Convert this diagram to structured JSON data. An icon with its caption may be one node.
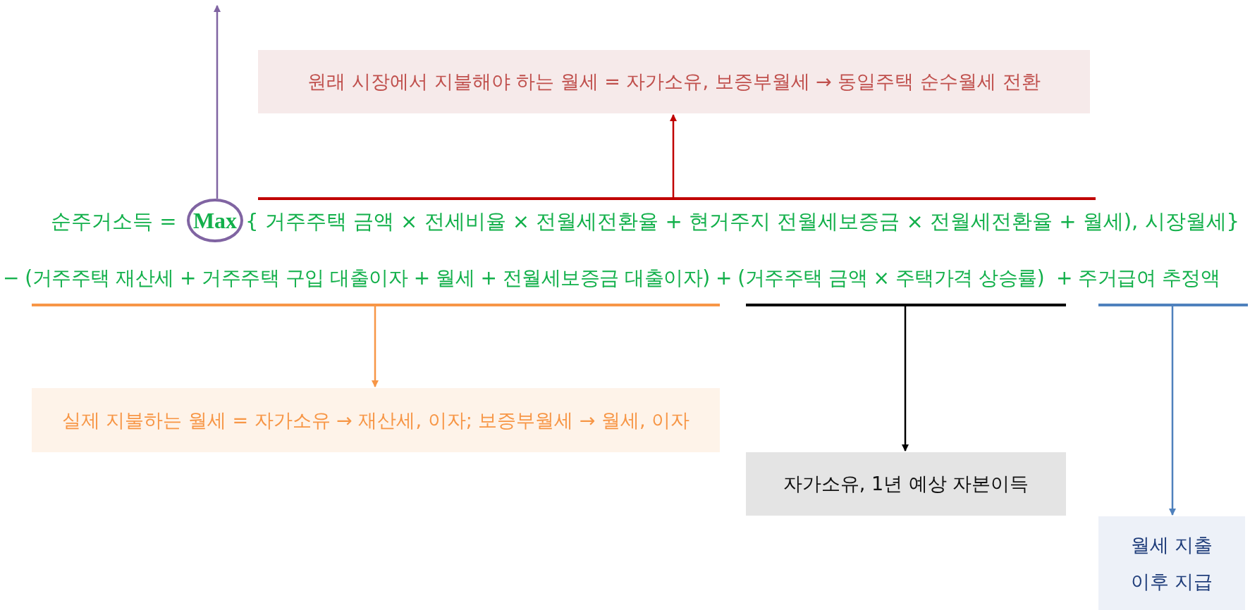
{
  "diagram": {
    "nodes": [
      {
        "text": [
          "원래 시장에서 지불해야 하는 월세 = 자가소유, 보증부월세 → 동일주택 순수월세 전환"
        ]
      },
      {
        "text": [],
        "shape": "bar"
      },
      {
        "text": [
          "Max"
        ]
      },
      {
        "text": [],
        "shape": "bar"
      },
      {
        "text": [
          "실제 지불하는 월세 = 자가소유 → 재산세, 이자; 보증부월세 → 월세, 이자"
        ]
      },
      {
        "text": [],
        "shape": "bar"
      },
      {
        "text": [
          "자가소유, 1년 예상 자본이득"
        ]
      },
      {
        "text": [],
        "shape": "bar"
      },
      {
        "text": [
          "월세 지출 이후 지급"
        ]
      }
    ],
    "edges": [
      {
        "from": 1,
        "to": 0,
        "arrow": "to",
        "color": "#c00000"
      },
      {
        "from": 2,
        "to": null,
        "arrow": "to",
        "color": "#8064a2"
      },
      {
        "from": 3,
        "to": 4,
        "arrow": "to",
        "color": "#f79646"
      },
      {
        "from": 5,
        "to": 6,
        "arrow": "to",
        "color": "#000000"
      },
      {
        "from": 7,
        "to": 8,
        "arrow": "to",
        "color": "#4f81bd"
      }
    ],
    "labels": [
      "순주거소득 =",
      "{ 거주주택 금액 × 전세비율 × 전월세전환율 + 현거주지 전월세보증금 × 전월세전환율 + 월세), 시장월세}",
      "− (거주주택 재산세 + 거주주택 구입 대출이자 + 월세 + 전월세보증금 대출이자) + (거주주택 금액 × 주택가격 상승률)  + 주거급여 추정액"
    ]
  }
}
